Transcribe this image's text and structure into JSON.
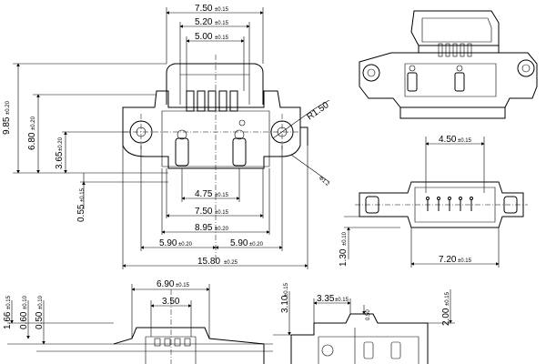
{
  "front_view": {
    "dims": {
      "w750": {
        "value": "7.50",
        "tol": "±0.15"
      },
      "w520": {
        "value": "5.20",
        "tol": "±0.15"
      },
      "w500": {
        "value": "5.00",
        "tol": "±0.15"
      },
      "h985": {
        "value": "9.85",
        "tol": "±0.20"
      },
      "h680": {
        "value": "6.80",
        "tol": "±0.20"
      },
      "h365": {
        "value": "3.65",
        "tol": "±0.20"
      },
      "h055": {
        "value": "0.55",
        "tol": "±0.15"
      },
      "w475": {
        "value": "4.75",
        "tol": "±0.15"
      },
      "w750b": {
        "value": "7.50",
        "tol": "±0.15"
      },
      "w895": {
        "value": "8.95",
        "tol": "±0.20"
      },
      "w590l": {
        "value": "5.90",
        "tol": "±0.20"
      },
      "w590r": {
        "value": "5.90",
        "tol": "±0.20"
      },
      "w1580": {
        "value": "15.80",
        "tol": "±0.25"
      },
      "r150": {
        "value": "R1.50"
      },
      "phi": {
        "value": "Φ1.2"
      }
    }
  },
  "top_right_view": {
    "dims": {
      "w450": {
        "value": "4.50",
        "tol": "±0.15"
      },
      "h130": {
        "value": "1.30",
        "tol": "±0.10"
      },
      "w720": {
        "value": "7.20",
        "tol": "±0.15"
      }
    }
  },
  "bottom_left_view": {
    "dims": {
      "w690": {
        "value": "6.90",
        "tol": "±0.15"
      },
      "w350": {
        "value": "3.50"
      },
      "h166": {
        "value": "1.66",
        "tol": "±0.15"
      },
      "h060": {
        "value": "0.60",
        "tol": "±0.10"
      },
      "h050": {
        "value": "0.50",
        "tol": "±0.10"
      }
    }
  },
  "bottom_right_view": {
    "dims": {
      "w335": {
        "value": "3.35",
        "tol": "±0.15"
      },
      "h310": {
        "value": "3.10",
        "tol": "±0.15"
      },
      "h050": {
        "value": "0.50"
      },
      "h200": {
        "value": "2.00",
        "tol": "±0.15"
      }
    }
  }
}
